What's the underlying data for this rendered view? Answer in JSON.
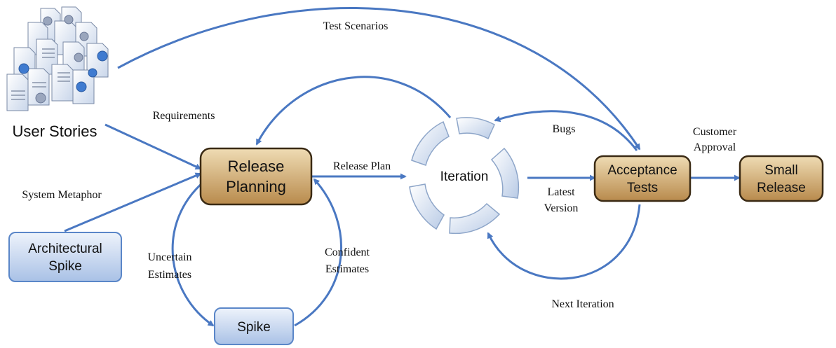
{
  "nodes": {
    "user_stories": "User Stories",
    "release_planning": [
      "Release",
      "Planning"
    ],
    "iteration": "Iteration",
    "acceptance_tests": [
      "Acceptance",
      "Tests"
    ],
    "small_release": [
      "Small",
      "Release"
    ],
    "architectural_spike": [
      "Architectural",
      "Spike"
    ],
    "spike": "Spike"
  },
  "edge_labels": {
    "test_scenarios": "Test Scenarios",
    "requirements": "Requirements",
    "system_metaphor": "System Metaphor",
    "release_plan": "Release Plan",
    "bugs": "Bugs",
    "customer_approval": [
      "Customer",
      "Approval"
    ],
    "latest_version": [
      "Latest",
      "Version"
    ],
    "uncertain_estimates": [
      "Uncertain",
      "Estimates"
    ],
    "confident_estimates": [
      "Confident",
      "Estimates"
    ],
    "next_iteration": "Next Iteration"
  },
  "colors": {
    "arrow": "#4a78c2",
    "brown_fill_top": "#e8cfa0",
    "brown_fill_bottom": "#b88a4c",
    "brown_stroke": "#3a2a14",
    "blue_fill_top": "#e4ecf8",
    "blue_fill_bottom": "#a9c1e6",
    "blue_stroke": "#5a86c8"
  }
}
